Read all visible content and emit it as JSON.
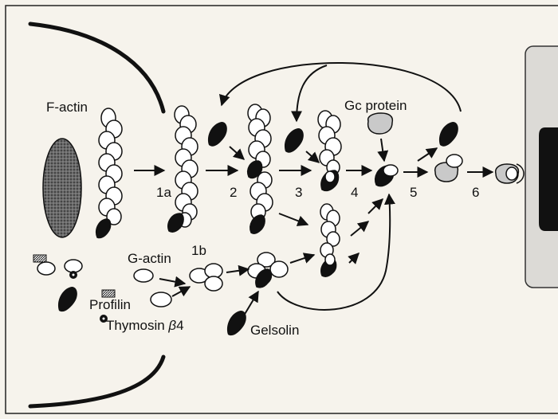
{
  "labels": {
    "f_actin": "F-actin",
    "g_actin": "G-actin",
    "gc_protein": "Gc protein",
    "profilin": "Profilin",
    "thymosin_prefix": "Thymosin ",
    "thymosin_beta": "β",
    "thymosin_suffix": "4",
    "gelsolin": "Gelsolin"
  },
  "steps": {
    "s1a": "1a",
    "s1b": "1b",
    "s2": "2",
    "s3": "3",
    "s4": "4",
    "s5": "5",
    "s6": "6"
  },
  "colors": {
    "background": "#f6f3ec",
    "frame": "#222222",
    "gelsolin_black": "#111111",
    "gc_grey": "#c9c9c9",
    "nucleus": "#555555",
    "receptor_panel": "#dcdad6"
  }
}
